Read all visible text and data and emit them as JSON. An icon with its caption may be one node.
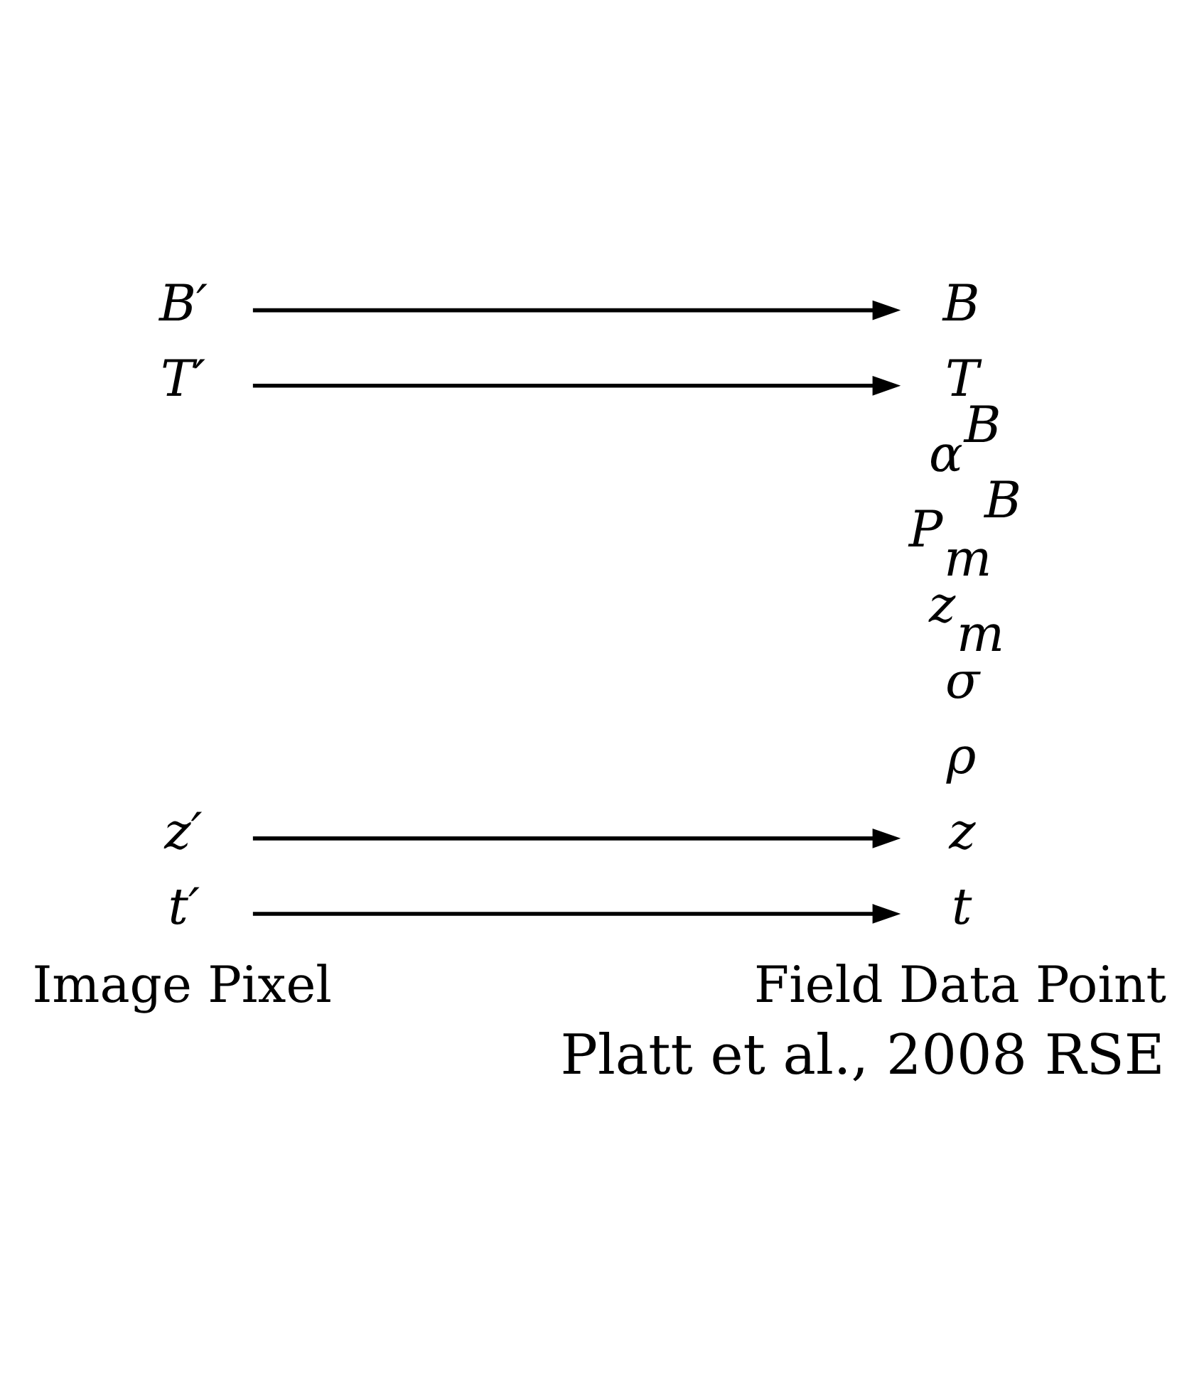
{
  "diagram": {
    "caption": "Platt et al., 2008 RSE",
    "nodes": [
      {
        "text": [
          "B′"
        ]
      },
      {
        "text": [
          "T′"
        ]
      },
      {
        "text": [
          "z′"
        ]
      },
      {
        "text": [
          "t′"
        ]
      },
      {
        "text": [
          "B"
        ]
      },
      {
        "text": [
          "T"
        ]
      },
      {
        "text": [
          "α$^{B}$"
        ]
      },
      {
        "text": [
          "P$_{m}$$^{B}$"
        ]
      },
      {
        "text": [
          "z$_{m}$"
        ]
      },
      {
        "text": [
          "σ"
        ]
      },
      {
        "text": [
          "ρ"
        ]
      },
      {
        "text": [
          "z"
        ]
      },
      {
        "text": [
          "t"
        ]
      }
    ],
    "edges": [
      {
        "from": 0,
        "to": 4,
        "arrow": "to"
      },
      {
        "from": 1,
        "to": 5,
        "arrow": "to"
      },
      {
        "from": 2,
        "to": 11,
        "arrow": "to"
      },
      {
        "from": 3,
        "to": 12,
        "arrow": "to"
      }
    ],
    "labels": [
      "Image Pixel",
      "Field Data Point"
    ]
  }
}
